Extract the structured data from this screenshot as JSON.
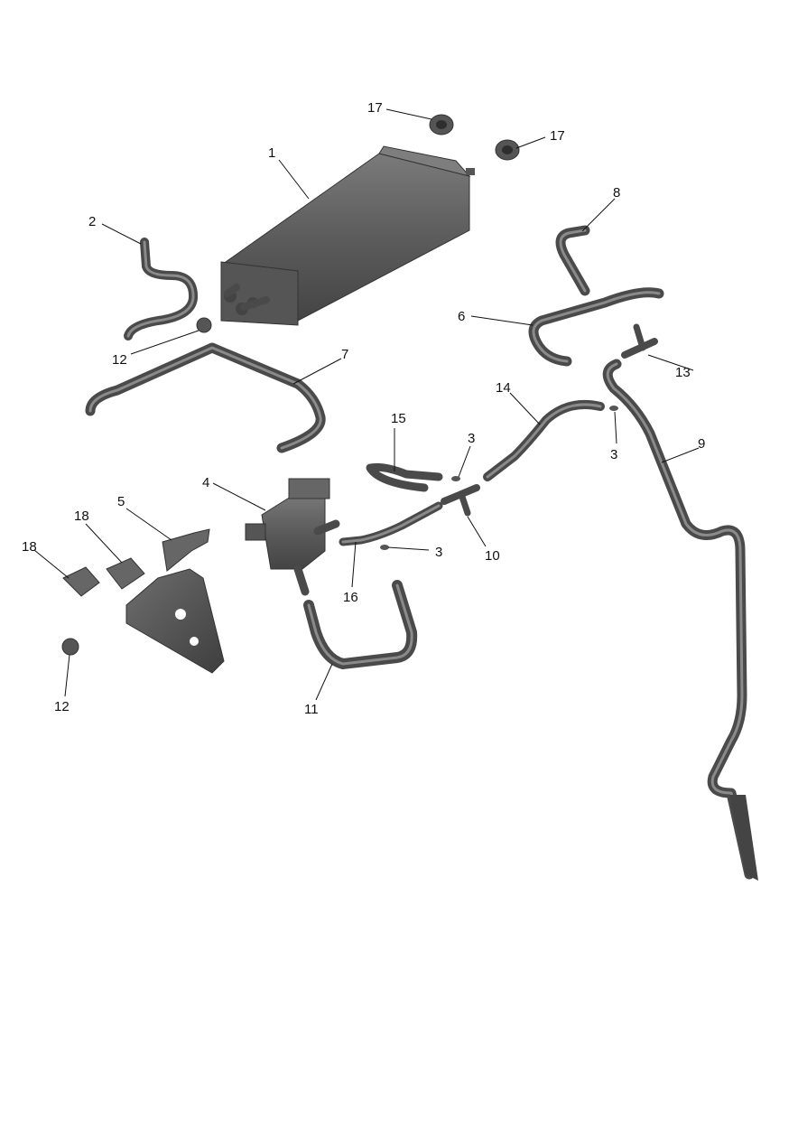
{
  "callouts": {
    "c1": "1",
    "c2": "2",
    "c3a": "3",
    "c3b": "3",
    "c3c": "3",
    "c4": "4",
    "c5": "5",
    "c6": "6",
    "c7": "7",
    "c8": "8",
    "c9": "9",
    "c10": "10",
    "c11": "11",
    "c12a": "12",
    "c12b": "12",
    "c13": "13",
    "c14": "14",
    "c15": "15",
    "c16": "16",
    "c17a": "17",
    "c17b": "17",
    "c18a": "18",
    "c18b": "18"
  },
  "colors": {
    "part": "#5a5a5a",
    "part_shadow": "#3c3c3c",
    "part_highlight": "#8c8c8c",
    "leader": "#111111"
  }
}
